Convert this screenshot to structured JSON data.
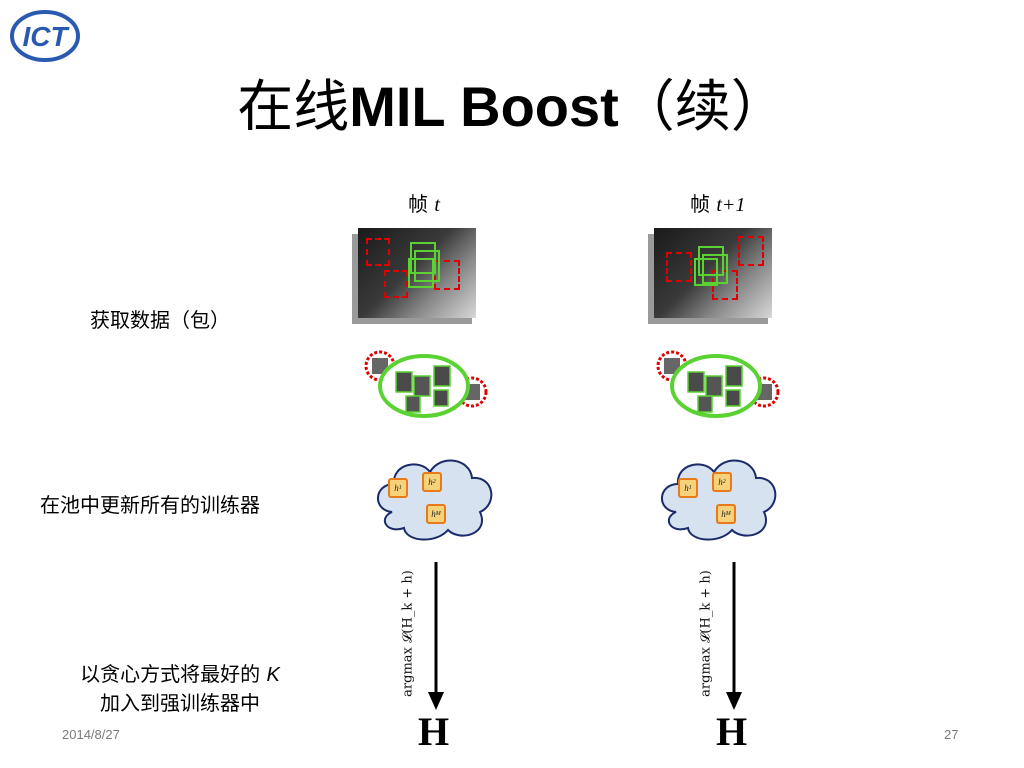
{
  "slide": {
    "title_cjk_1": "在线",
    "title_latin": "MIL Boost",
    "title_cjk_2": "（续）",
    "date": "2014/8/27",
    "page_number": "27"
  },
  "frames": [
    {
      "prefix": "帧 ",
      "var": "t"
    },
    {
      "prefix": "帧 ",
      "var": "t+1"
    }
  ],
  "rows": {
    "bags": "获取数据（包）",
    "update": "在池中更新所有的训练器",
    "greedy_line1_pre": "以贪心方式将最好的 ",
    "greedy_k": "K",
    "greedy_line2": "加入到强训练器中"
  },
  "pool": {
    "learners": [
      "h1",
      "h2",
      "hM"
    ]
  },
  "arrow_formula": "argmax 𝓛(H_k + h)",
  "result_symbol": "H",
  "colors": {
    "negative": "#e00000",
    "positive": "#5ad232",
    "cloud_fill": "#d6e2ef",
    "learner_fill": "#f6d27a",
    "learner_border": "#e87a1a",
    "logo_blue": "#2a5ab0"
  }
}
